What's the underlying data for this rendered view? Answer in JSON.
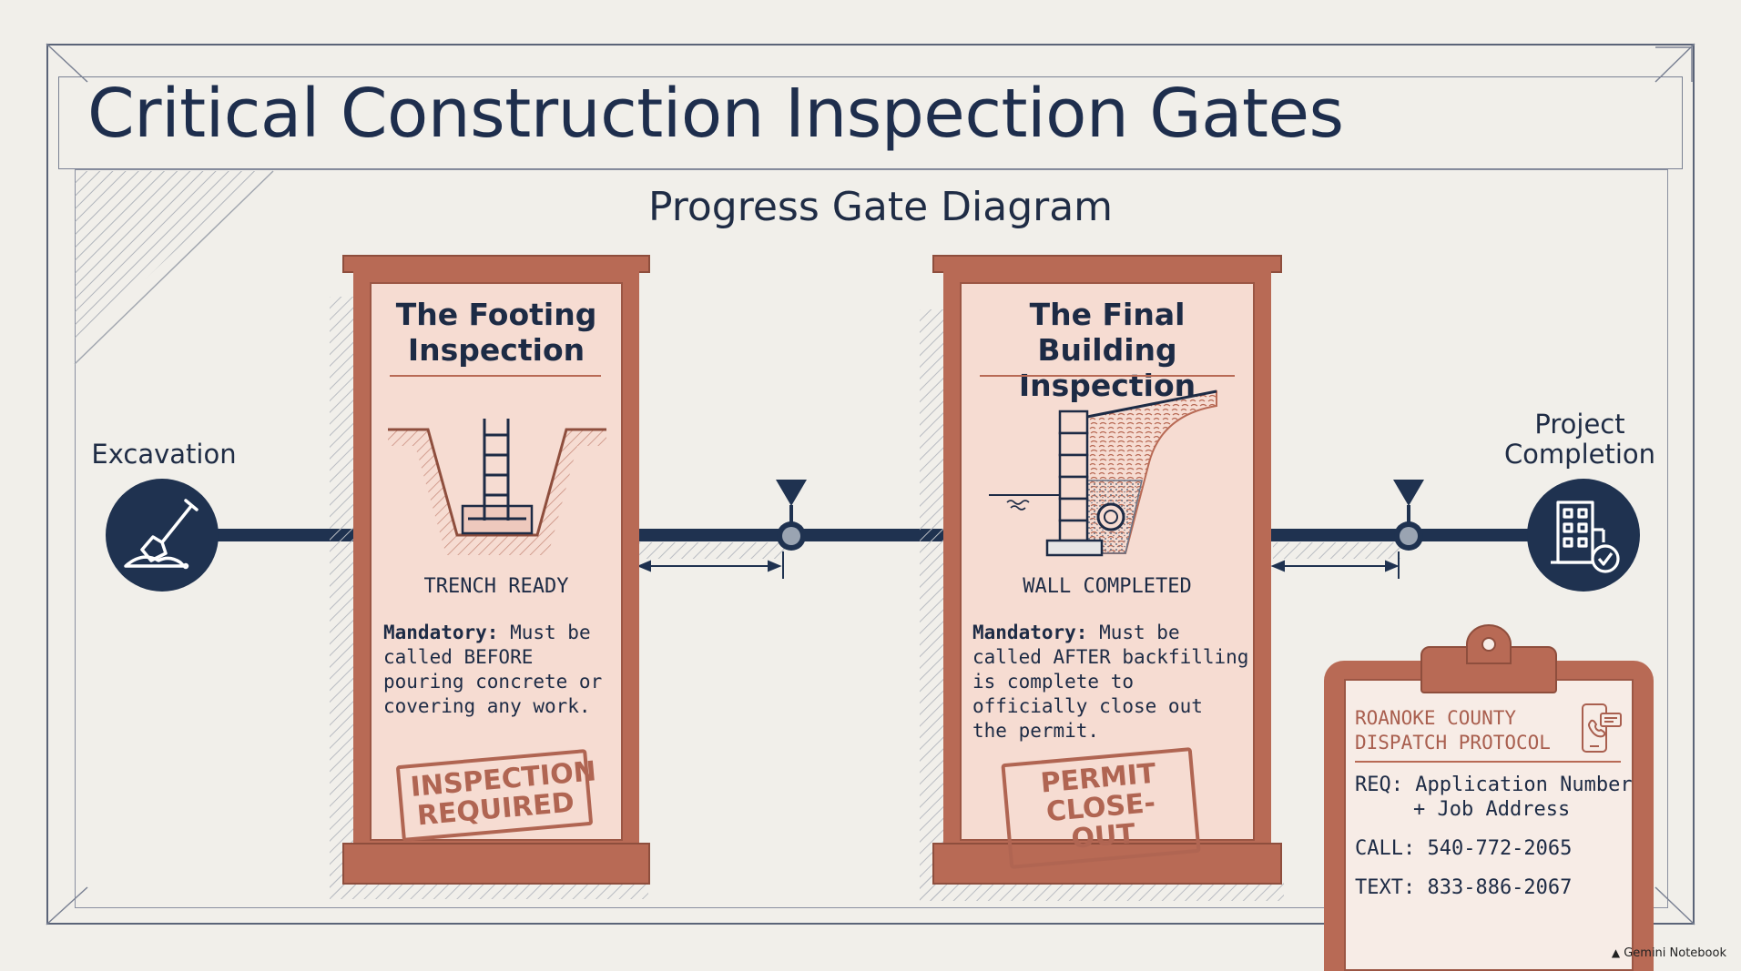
{
  "title": "Critical Construction Inspection Gates",
  "subtitle": "Progress Gate Diagram",
  "nodes": {
    "start": {
      "label": "Excavation",
      "icon": "shovel-icon"
    },
    "end": {
      "label_line1": "Project",
      "label_line2": "Completion",
      "icon": "building-check-icon"
    }
  },
  "gates": [
    {
      "title_line1": "The Footing",
      "title_line2": "Inspection",
      "status": "TRENCH READY",
      "body_bold": "Mandatory:",
      "body_lines": [
        " Must be",
        "called BEFORE",
        "pouring concrete or",
        "covering any work."
      ],
      "stamp_line1": "INSPECTION",
      "stamp_line2": "REQUIRED",
      "icon": "trench-rebar-icon"
    },
    {
      "title_line1": "The Final Building",
      "title_line2": "Inspection",
      "status": "WALL COMPLETED",
      "body_bold": "Mandatory:",
      "body_lines": [
        " Must be",
        "called AFTER backfilling",
        "is complete to",
        "officially close out",
        "the permit."
      ],
      "stamp_line1": "PERMIT",
      "stamp_line2": "CLOSE-OUT",
      "icon": "retaining-wall-icon"
    }
  ],
  "clipboard": {
    "heading_line1": "ROANOKE COUNTY",
    "heading_line2": "DISPATCH PROTOCOL",
    "req_line1": "REQ: Application Number",
    "req_line2": "+ Job Address",
    "call": "CALL: 540-772-2065",
    "text": "TEXT: 833-886-2067",
    "icon": "phone-message-icon"
  },
  "watermark": "Gemini Notebook",
  "colors": {
    "navy": "#1f3250",
    "brick": "#b86a55",
    "gate_fill": "#f6dcd2",
    "paper": "#f1efea"
  }
}
